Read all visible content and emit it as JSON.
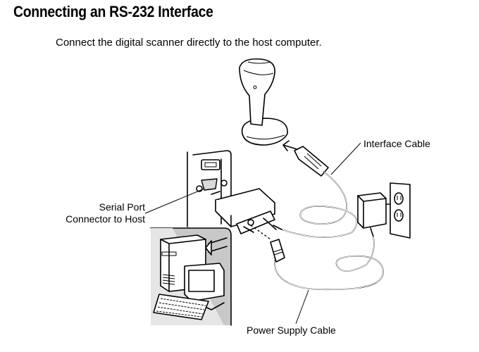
{
  "page": {
    "title": "Connecting an RS-232 Interface",
    "intro": "Connect the digital scanner directly to the host computer."
  },
  "figure": {
    "callouts": {
      "interface_cable": "Interface Cable",
      "serial_port_line1": "Serial Port",
      "serial_port_line2": "Connector to Host",
      "power_supply_cable": "Power Supply Cable"
    },
    "illustrated_items": [
      "digital-scanner-in-cradle",
      "interface-cable",
      "host-serial-port",
      "rs232-connector",
      "host-computer",
      "power-supply",
      "wall-outlet",
      "power-supply-cable"
    ]
  }
}
